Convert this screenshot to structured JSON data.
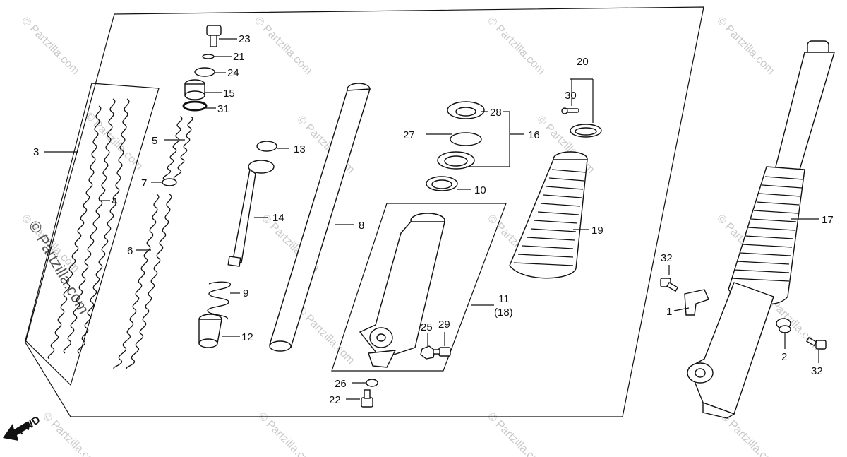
{
  "watermarks": [
    "© Partzilla.com",
    "© Partzilla.com",
    "© Partzilla.com",
    "© Partzilla.com",
    "© Partzilla.com",
    "© Partzilla.com",
    "© Partzilla.com",
    "© Partzilla.com",
    "© Partzilla.com",
    "© Partzilla.com",
    "© Partzilla.com",
    "© Partzilla.com",
    "© Partzilla.com",
    "© Partzilla.com",
    "© Partzilla.com",
    "© Partzilla.com",
    "© Partzilla.com"
  ],
  "fwd_label": "FWD",
  "callouts": {
    "c1": "1",
    "c2": "2",
    "c3": "3",
    "c4": "4",
    "c5": "5",
    "c6": "6",
    "c7": "7",
    "c8": "8",
    "c9": "9",
    "c10": "10",
    "c11": "11",
    "c11b": "(18)",
    "c12": "12",
    "c13": "13",
    "c14": "14",
    "c15": "15",
    "c16": "16",
    "c17": "17",
    "c19": "19",
    "c20": "20",
    "c21": "21",
    "c22": "22",
    "c23": "23",
    "c24": "24",
    "c25": "25",
    "c26": "26",
    "c27": "27",
    "c28": "28",
    "c29": "29",
    "c30": "30",
    "c31": "31",
    "c32a": "32",
    "c32b": "32"
  }
}
